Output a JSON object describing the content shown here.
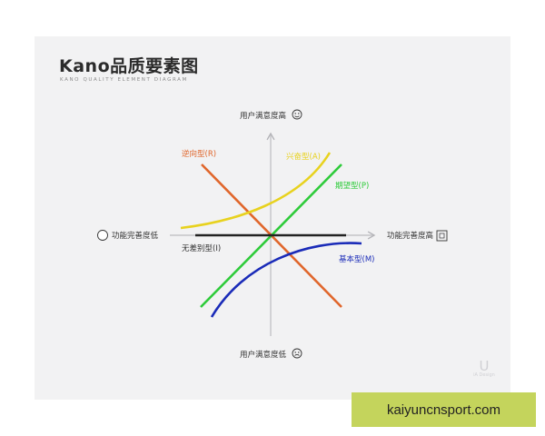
{
  "title": "Kano品质要素图",
  "subtitle": "KANO QUALITY ELEMENT DIAGRAM",
  "axes": {
    "y_top": "用户满意度高",
    "y_bottom": "用户满意度低",
    "x_left": "功能完善度低",
    "x_right": "功能完善度高"
  },
  "curves": [
    {
      "id": "reverse",
      "label": "逆向型(R)",
      "color": "#e0662b"
    },
    {
      "id": "attractive",
      "label": "兴奋型(A)",
      "color": "#e8d21e"
    },
    {
      "id": "performance",
      "label": "期望型(P)",
      "color": "#2ecb3a"
    },
    {
      "id": "indifferent",
      "label": "无差别型(I)",
      "color": "#222222"
    },
    {
      "id": "must_be",
      "label": "基本型(M)",
      "color": "#1a2bb8"
    }
  ],
  "icons": {
    "y_top": "smiley-icon",
    "y_bottom": "sad-face-icon",
    "x_left": "empty-circle-icon",
    "x_right": "full-square-icon"
  },
  "watermark": {
    "mark": "U",
    "text": "iA Design"
  },
  "banner": "kaiyuncnsport.com"
}
